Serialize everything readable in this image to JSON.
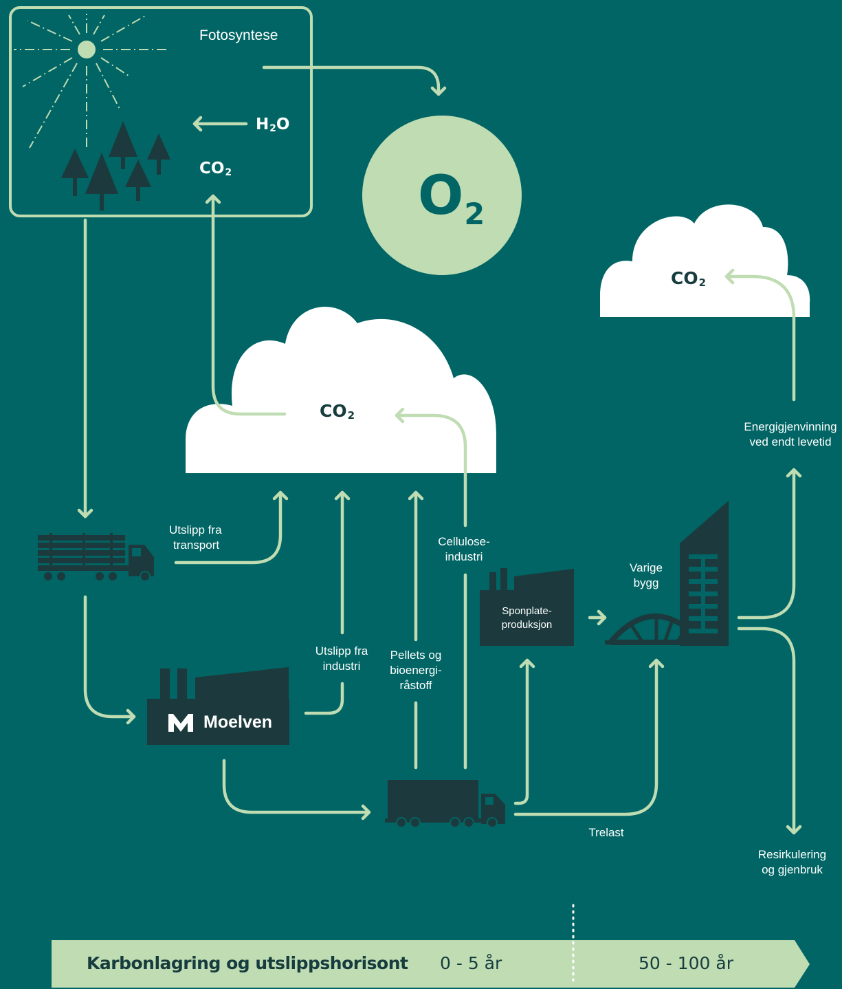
{
  "colors": {
    "background": "#006564",
    "line": "#bfdcb3",
    "dark": "#1c3a3d",
    "cloud": "#ffffff",
    "banner": "#bfdcb3",
    "o2_circle": "#bfdcb3"
  },
  "photosynthesis": {
    "title": "Fotosyntese"
  },
  "h2o": {
    "main": "H",
    "sub": "2",
    "tail": "O"
  },
  "co2": {
    "main": "CO",
    "sub": "2"
  },
  "o2": {
    "main": "O",
    "sub": "2"
  },
  "labels": {
    "transport": [
      "Utslipp fra",
      "transport"
    ],
    "industry": [
      "Utslipp fra",
      "industri"
    ],
    "cellulose": [
      "Cellulose-",
      "industri"
    ],
    "pellets": [
      "Pellets og",
      "bioenergi-",
      "råstoff"
    ],
    "chipboard": [
      "Sponplate-",
      "produksjon"
    ],
    "durable_buildings": [
      "Varige",
      "bygg"
    ],
    "timber": "Trelast",
    "energy_recovery": [
      "Energigjenvinning",
      "ved endt levetid"
    ],
    "recycling": [
      "Resirkulering",
      "og gjenbruk"
    ]
  },
  "brand": {
    "name": "Moelven"
  },
  "banner": {
    "title": "Karbonlagring og utslippshorisont",
    "horizon_short": "0 - 5 år",
    "horizon_long": "50 - 100 år"
  },
  "icons": [
    "sun-icon",
    "tree-icon",
    "log-truck-icon",
    "sawmill-factory-icon",
    "moelven-logo-icon",
    "cargo-truck-icon",
    "chipboard-factory-icon",
    "bridge-icon",
    "high-rise-building-icon",
    "arrow-icon"
  ]
}
